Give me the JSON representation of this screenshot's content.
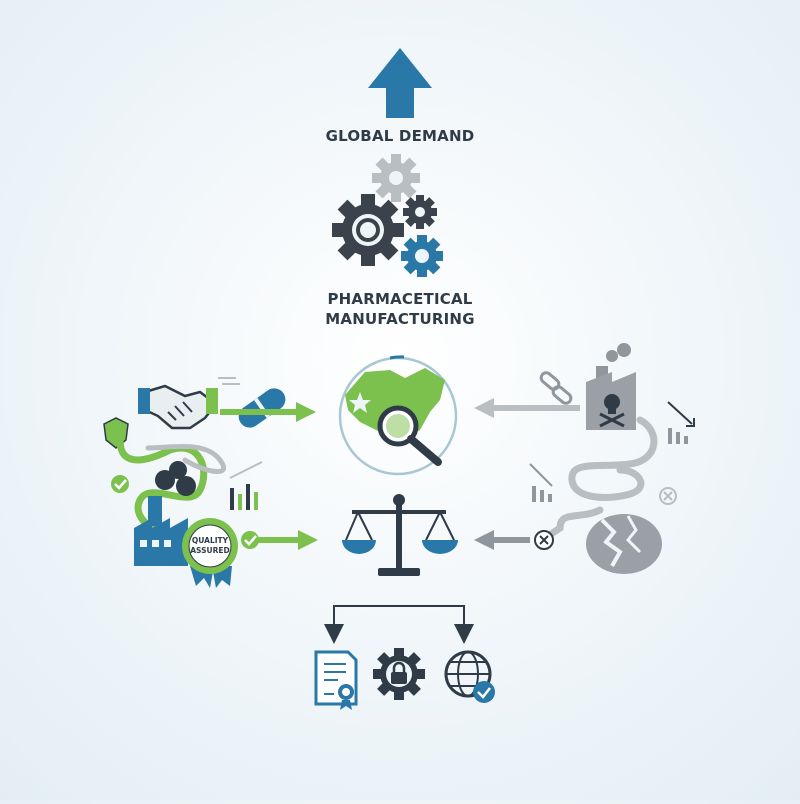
{
  "diagram": {
    "top_label": "GLOBAL DEMAND",
    "center_label_line1": "PHARMACETICAL",
    "center_label_line2": "MANUFACTURING",
    "badge_line1": "QUALITY",
    "badge_line2": "ASSURED"
  },
  "colors": {
    "blue": "#2a78a8",
    "navy": "#2f3b46",
    "green": "#7cc04e",
    "gray": "#8f969c",
    "light_gray": "#b9bec2",
    "bg": "#eef5f9"
  },
  "icons": {
    "top": "up-arrow-icon",
    "gears": "gears-icon",
    "map": "china-map-magnifier-icon",
    "scale": "balance-scale-icon",
    "handshake": "handshake-icon",
    "pill": "capsule-icon",
    "factory": "factory-icon",
    "badge": "quality-badge-icon",
    "toxic_factory": "toxic-factory-icon",
    "cracked_egg": "cracked-icon",
    "document": "certificate-document-icon",
    "lock_gear": "lock-gear-icon",
    "globe": "globe-check-icon"
  }
}
